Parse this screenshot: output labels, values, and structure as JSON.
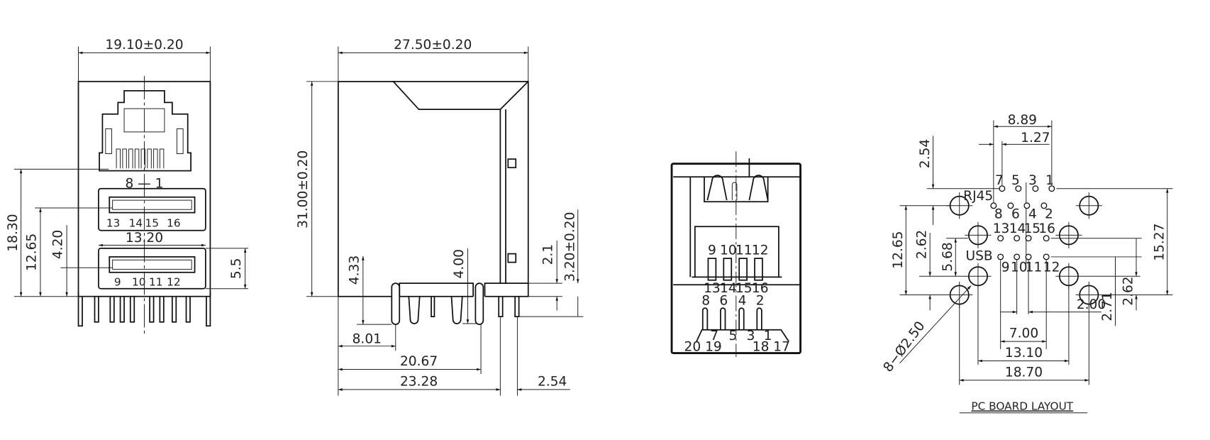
{
  "front_view": {
    "width_dim": "19.10±0.20",
    "rj45_pins": "8 — 1",
    "usb_top_pins": [
      "13",
      "14",
      "15",
      "16"
    ],
    "usb_bottom_pins": [
      "9",
      "10",
      "11",
      "12"
    ],
    "usb_width_dim": "13.20",
    "dim_18_30": "18.30",
    "dim_12_65": "12.65",
    "dim_4_20": "4.20",
    "dim_5_5": "5.5"
  },
  "side_view": {
    "width_dim": "27.50±0.20",
    "height_dim": "31.00±0.20",
    "dim_4_33": "4.33",
    "dim_4_00": "4.00",
    "dim_2_1": "2.1",
    "dim_3_20": "3.20±0.20",
    "dim_8_01": "8.01",
    "dim_20_67": "20.67",
    "dim_23_28": "23.28",
    "dim_2_54": "2.54"
  },
  "rear_view": {
    "usb_row1": [
      "9",
      "10",
      "11",
      "12"
    ],
    "usb_row2": [
      "13",
      "14",
      "15",
      "16"
    ],
    "rj_row1": [
      "8",
      "6",
      "4",
      "2"
    ],
    "rj_row2": [
      "7",
      "5",
      "3",
      "1"
    ],
    "shield_left": "20 19",
    "shield_right": "18 17"
  },
  "pcb_layout": {
    "title": "PC BOARD LAYOUT",
    "rj45_label": "RJ45",
    "usb_label": "USB",
    "rj_top_pins": [
      "7",
      "5",
      "3",
      "1"
    ],
    "rj_bottom_pins": [
      "8",
      "6",
      "4",
      "2"
    ],
    "usb_top_pins": [
      "13",
      "14",
      "15",
      "16"
    ],
    "usb_bottom_pins": [
      "9",
      "10",
      "11",
      "12"
    ],
    "dim_8_89": "8.89",
    "dim_1_27": "1.27",
    "dim_2_54": "2.54",
    "dim_12_65": "12.65",
    "dim_2_62_left": "2.62",
    "dim_5_68": "5.68",
    "dim_15_27": "15.27",
    "dim_2_71": "2.71",
    "dim_2_62_right": "2.62",
    "dim_2_00": "2.00",
    "dim_7_00": "7.00",
    "dim_13_10": "13.10",
    "dim_18_70": "18.70",
    "hole_note": "8−Ø2.50"
  }
}
